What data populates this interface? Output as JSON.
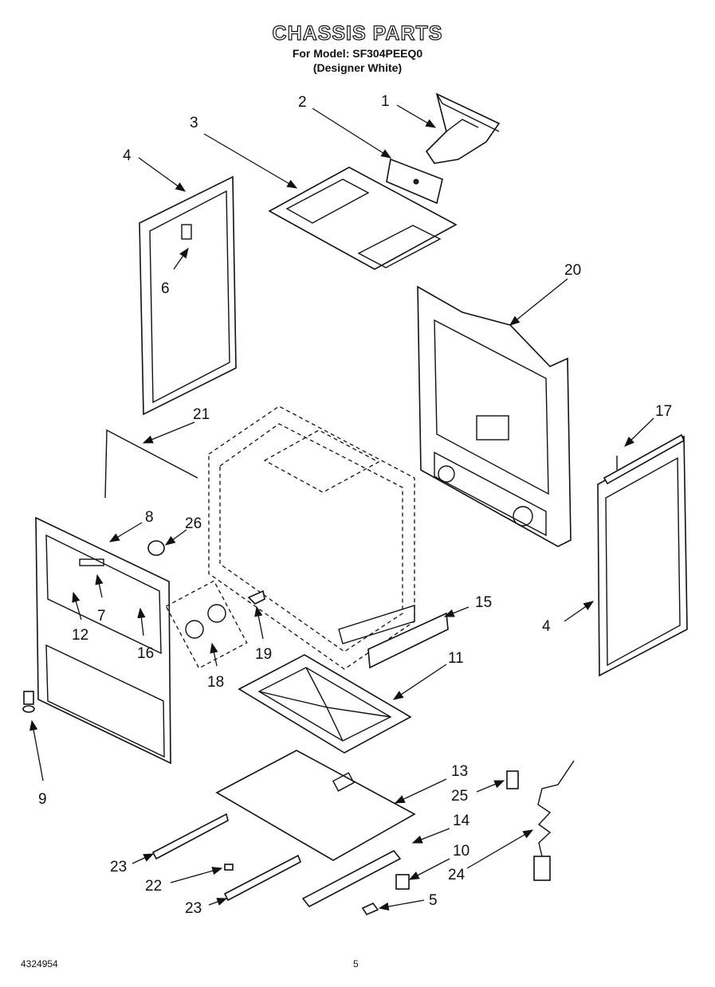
{
  "header": {
    "title": "CHASSIS PARTS",
    "model_line": "For Model: SF304PEEQ0",
    "color_line": "(Designer White)"
  },
  "footer": {
    "doc_number": "4324954",
    "page_number": "5"
  },
  "callouts": {
    "c1": "1",
    "c2": "2",
    "c3": "3",
    "c4a": "4",
    "c4b": "4",
    "c5": "5",
    "c6": "6",
    "c7": "7",
    "c8": "8",
    "c9": "9",
    "c10": "10",
    "c11": "11",
    "c12": "12",
    "c13": "13",
    "c14": "14",
    "c15": "15",
    "c16": "16",
    "c17": "17",
    "c18": "18",
    "c19": "19",
    "c20": "20",
    "c21": "21",
    "c22": "22",
    "c23a": "23",
    "c23b": "23",
    "c24": "24",
    "c25": "25",
    "c26": "26"
  }
}
